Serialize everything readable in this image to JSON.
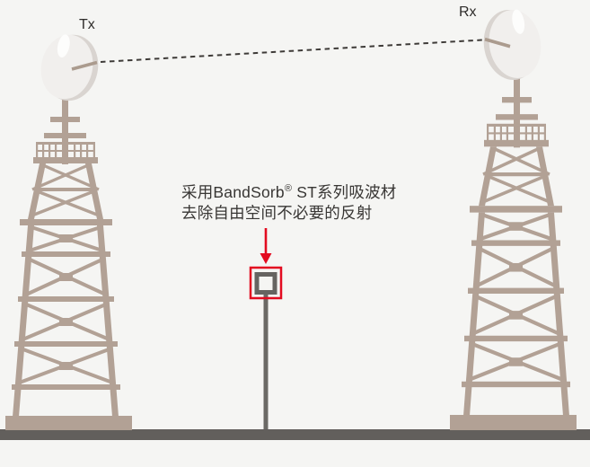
{
  "diagram": {
    "labels": {
      "tx": "Tx",
      "rx": "Rx"
    },
    "annotation": {
      "line1_pre": "采用BandSorb",
      "line1_reg": "®",
      "line1_post": " ST系列吸波材",
      "line2": "去除自由空间不必要的反射"
    },
    "icons": {
      "tx_tower": "lattice-tower-with-dish",
      "rx_tower": "lattice-tower-with-dish",
      "signal": "dashed-signal-path",
      "absorber": "absorber-panel-on-pole",
      "highlight": "red-highlight-box",
      "pointer": "red-down-arrow",
      "ground": "ground-line"
    },
    "colors": {
      "background": "#f5f5f3",
      "tower": "#b2a195",
      "ground": "#625f5c",
      "pole": "#6b6965",
      "absorber": "#666461",
      "red": "#e30b20",
      "dash": "#3e3b38",
      "text": "#383634",
      "label": "#2e2c2a",
      "dish": "#f1efed",
      "dish_rim": "#d9d4d0",
      "dish_highlight": "#fdfdfc",
      "feed_arm": "#ab9b8e"
    }
  }
}
